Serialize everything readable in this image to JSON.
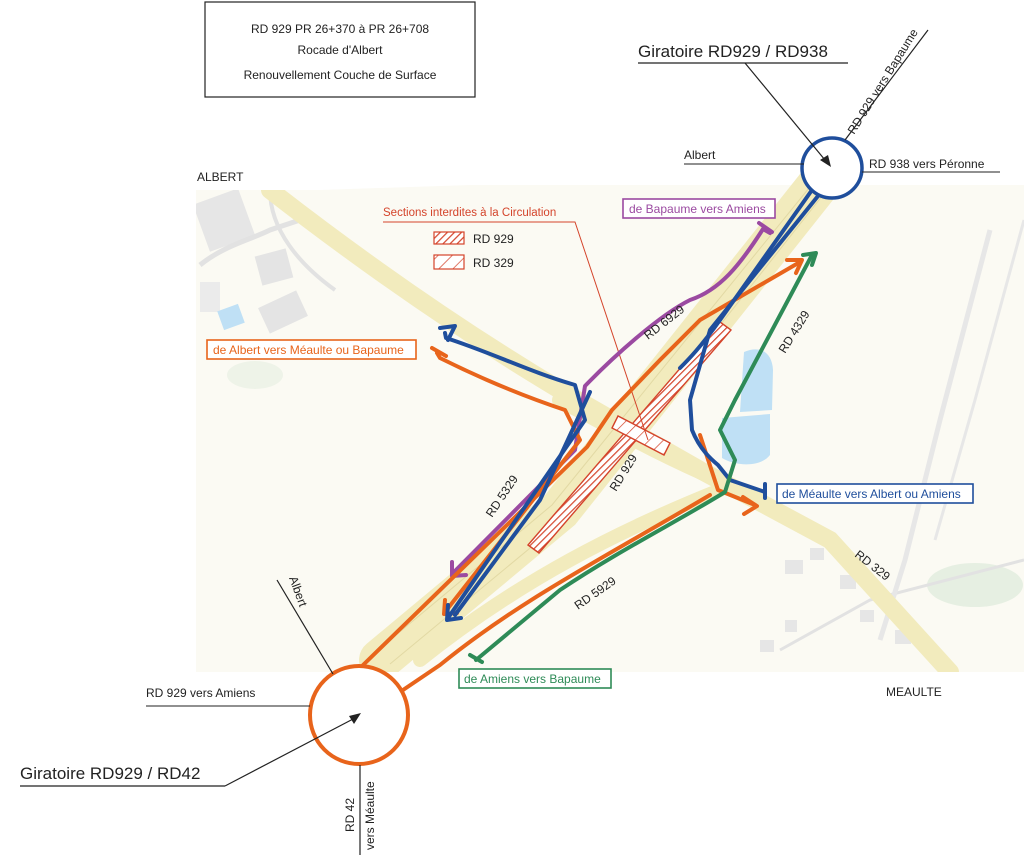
{
  "header": {
    "line1": "RD 929  PR 26+370 à PR 26+708",
    "line2": "Rocade d'Albert",
    "line3": "Renouvellement Couche de Surface"
  },
  "places": {
    "albert": "ALBERT",
    "meaulte": "MEAULTE"
  },
  "roundabouts": {
    "north": {
      "title": "Giratoire RD929 / RD938",
      "leader_albert": "Albert",
      "to_bapaume": "RD 929 vers Bapaume",
      "to_peronne": "RD 938 vers Péronne"
    },
    "south": {
      "title": "Giratoire RD929 / RD42",
      "leader_albert": "Albert",
      "to_amiens": "RD 929 vers Amiens",
      "rd42": "RD 42",
      "vers_meaulte": "vers Méaulte"
    }
  },
  "legend": {
    "title": "Sections interdites à la Circulation",
    "items": [
      {
        "label": "RD 929",
        "pattern": "dense-hatch"
      },
      {
        "label": "RD 329",
        "pattern": "diagonal"
      }
    ]
  },
  "routes": [
    {
      "label": "de Bapaume vers Amiens",
      "color": "#9b4aa1"
    },
    {
      "label": "de Albert vers Méaulte ou Bapaume",
      "color": "#e8641b"
    },
    {
      "label": "de Méaulte vers Albert ou Amiens",
      "color": "#1f4e9c"
    },
    {
      "label": "de Amiens vers Bapaume",
      "color": "#2e8b57"
    }
  ],
  "road_labels": {
    "rd6929": "RD 6929",
    "rd4329": "RD 4329",
    "rd5329": "RD 5329",
    "rd929": "RD 929",
    "rd5929": "RD 5929",
    "rd329": "RD 329"
  },
  "colors": {
    "purple": "#9b4aa1",
    "orange": "#e8641b",
    "blue": "#1f4e9c",
    "green": "#2e8b57",
    "red": "#d4442b",
    "road": "#f3ecc4",
    "water": "#bfe0f5",
    "building": "#e4e4e4"
  }
}
